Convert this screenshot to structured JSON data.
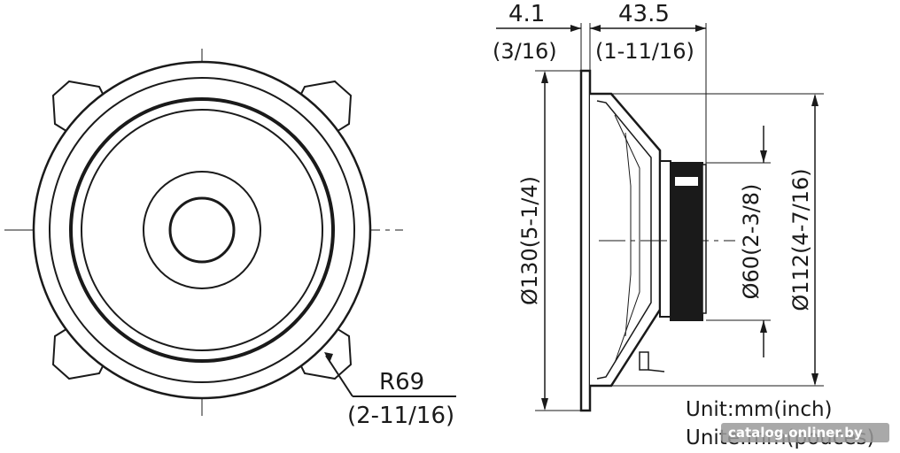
{
  "labels": {
    "depth_front_mm": "4.1",
    "depth_front_in": "(3/16)",
    "depth_main_mm": "43.5",
    "depth_main_in": "(1-11/16)",
    "outer_dia": "Ø130(5-1/4)",
    "magnet_dia": "Ø60(2-3/8)",
    "cutout_dia": "Ø112(4-7/16)",
    "radius_mm": "R69",
    "radius_in": "(2-11/16)",
    "unit_en": "Unit:mm(inch)",
    "unit_fr": "Unite:mm(pouces)"
  },
  "watermark": "catalog.onliner.by",
  "colors": {
    "line": "#1a1a1a",
    "background": "#ffffff"
  }
}
